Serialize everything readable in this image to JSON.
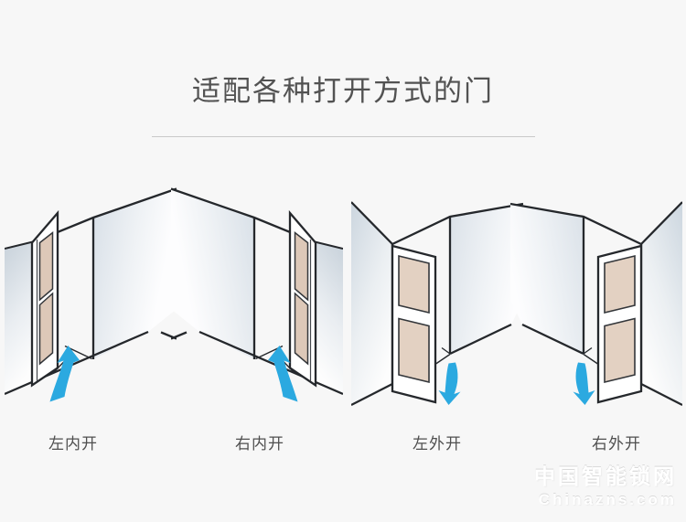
{
  "header": {
    "title": "适配各种打开方式的门"
  },
  "diagrams": [
    {
      "label": "左内开",
      "type": "inward",
      "hinge": "left",
      "arrow_direction": "up"
    },
    {
      "label": "右内开",
      "type": "inward",
      "hinge": "right",
      "arrow_direction": "up"
    },
    {
      "label": "左外开",
      "type": "outward",
      "hinge": "left",
      "arrow_direction": "down"
    },
    {
      "label": "右外开",
      "type": "outward",
      "hinge": "right",
      "arrow_direction": "down"
    }
  ],
  "watermark": {
    "site_name": "中国智能锁网",
    "site_url": "Chinazns.com"
  },
  "colors": {
    "background": "#f7f7f7",
    "arrow_blue": "#2BA9E0",
    "door_panel_tan": "#E3D1C2",
    "wall_shade": "#D6DEE6",
    "outline": "#25282C",
    "title_text": "#525252",
    "divider": "#C9C9C9",
    "label_text": "#4F4F4F"
  }
}
